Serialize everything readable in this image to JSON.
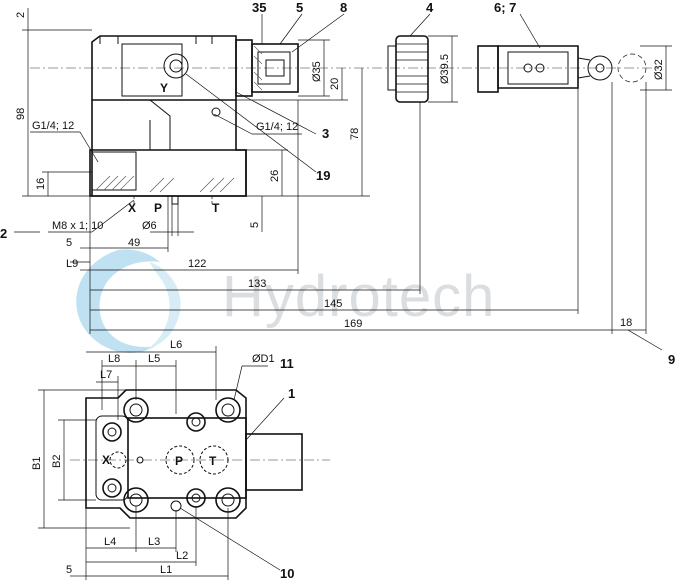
{
  "callouts": {
    "c35": "35",
    "c5": "5",
    "c8": "8",
    "c4": "4",
    "c67": "6; 7",
    "c3": "3",
    "c19": "19",
    "c2": "2",
    "c9": "9",
    "c11": "11",
    "c1": "1",
    "c10": "10"
  },
  "ports": {
    "x_top": "X",
    "p_top": "P",
    "t_top": "T",
    "y": "Y",
    "x_bot": "X",
    "p_bot": "P",
    "t_bot": "T"
  },
  "dims": {
    "d2": "2",
    "d98": "98",
    "d16": "16",
    "g14_left": "G1/4; 12",
    "g14_right": "G1/4; 12",
    "d35": "Ø35",
    "d20": "20",
    "d78": "78",
    "d26": "26",
    "d5_right": "5",
    "d39_5": "Ø39.5",
    "d32": "Ø32",
    "m8": "M8 x 1; 10",
    "d6": "Ø6",
    "d5_left": "5",
    "d49": "49",
    "l9": "L9",
    "d122": "122",
    "d133": "133",
    "d145": "145",
    "d169": "169",
    "d18": "18",
    "l8": "L8",
    "l5": "L5",
    "l6": "L6",
    "l7": "L7",
    "od1": "ØD1",
    "b1": "B1",
    "b2": "B2",
    "l4": "L4",
    "l3": "L3",
    "l2": "L2",
    "l1": "L1",
    "d5_bottom": "5"
  },
  "watermark": {
    "text": "Hydrotech"
  }
}
